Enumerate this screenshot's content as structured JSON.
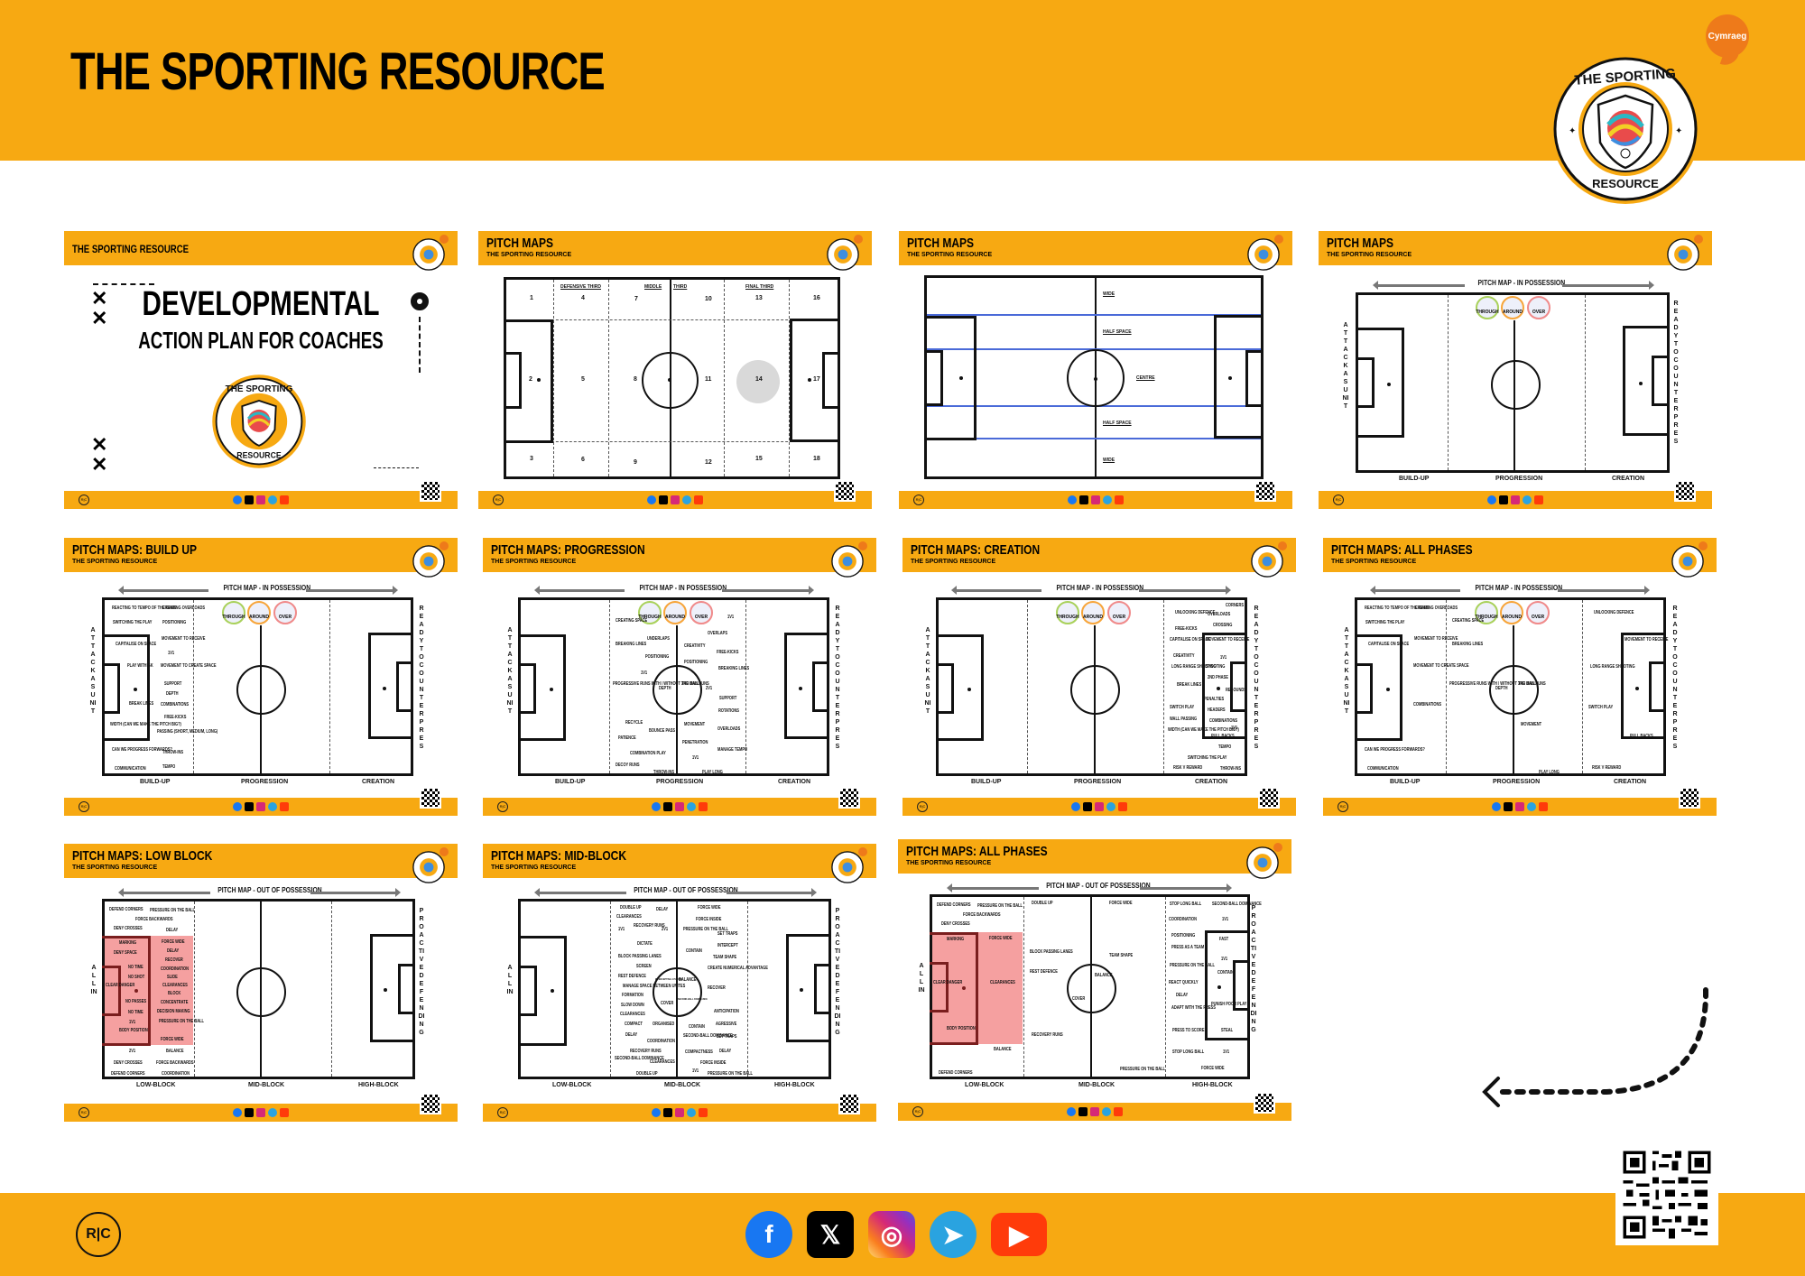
{
  "header": {
    "title": "THE SPORTING RESOURCE",
    "language_button": "Cymraeg",
    "logo": {
      "top_text": "THE SPORTING",
      "bottom_text": "RESOURCE",
      "badge": "R|C"
    }
  },
  "colors": {
    "brand_orange": "#F7A912",
    "bubble_orange": "#EE7A1A",
    "pitch_line": "#111111",
    "zone_blue": "#4A6AD8",
    "low_block_pink": "#F5A0A0",
    "through_green": "#A9D15B",
    "around_orange": "#F7A53A",
    "over_red": "#F08A8A"
  },
  "thumbnails": [
    {
      "id": "cover",
      "brand": "THE SPORTING RESOURCE",
      "title_line1": "DEVELOPMENTAL",
      "title_line2": "ACTION PLAN FOR COACHES"
    },
    {
      "id": "zones",
      "title": "PITCH MAPS",
      "subtitle": "THE SPORTING RESOURCE",
      "thirds": [
        "DEFENSIVE THIRD",
        "MIDDLE",
        "THIRD",
        "FINAL THIRD"
      ],
      "zones": [
        "1",
        "2",
        "3",
        "4",
        "5",
        "6",
        "7",
        "8",
        "9",
        "10",
        "11",
        "12",
        "13",
        "14",
        "15",
        "16",
        "17",
        "18"
      ]
    },
    {
      "id": "channels",
      "title": "PITCH MAPS",
      "subtitle": "THE SPORTING RESOURCE",
      "channels": [
        "WIDE",
        "HALF SPACE",
        "CENTRE",
        "HALF SPACE",
        "WIDE"
      ]
    },
    {
      "id": "in-possession",
      "title": "PITCH MAPS",
      "subtitle": "THE SPORTING RESOURCE",
      "arrow_title": "PITCH MAP - IN POSSESSION",
      "badges": [
        "THROUGH",
        "AROUND",
        "OVER"
      ],
      "left_vertical": "ATTACK AS UNIT",
      "right_vertical": "READY TO COUNTERPRES",
      "phases": [
        "BUILD-UP",
        "PROGRESSION",
        "CREATION"
      ]
    },
    {
      "id": "build-up",
      "title": "PITCH MAPS: BUILD UP",
      "subtitle": "THE SPORTING RESOURCE",
      "arrow_title": "PITCH MAP - IN POSSESSION",
      "badges": [
        "THROUGH",
        "AROUND",
        "OVER"
      ],
      "left_vertical": "ATTACK AS UNIT",
      "right_vertical": "READY TO COUNTERPRES",
      "phases": [
        "BUILD-UP",
        "PROGRESSION",
        "CREATION"
      ],
      "words": [
        "REACTING TO TEMPO OF THE GAME",
        "SWITCHING THE PLAY",
        "CREATING OVERLOADS",
        "POSITIONING",
        "CAPITALISE ON SPACE",
        "MOVEMENT TO RECEIVE",
        "1V1",
        "PLAY WITH GK",
        "MOVEMENT TO CREATE SPACE",
        "SUPPORT",
        "DEPTH",
        "BREAK LINES",
        "COMBINATIONS",
        "FREE-KICKS",
        "WIDTH (CAN WE MAKE THE PITCH BIG?)",
        "PASSING (SHORT, MEDIUM, LONG)",
        "CAN WE PROGRESS FORWARDS?",
        "THROW-INS",
        "COMMUNICATION",
        "TEMPO"
      ]
    },
    {
      "id": "progression",
      "title": "PITCH MAPS: PROGRESSION",
      "subtitle": "THE SPORTING RESOURCE",
      "arrow_title": "PITCH MAP - IN POSSESSION",
      "badges": [
        "THROUGH",
        "AROUND",
        "OVER"
      ],
      "left_vertical": "ATTACK AS UNIT",
      "right_vertical": "READY TO COUNTERPRES",
      "phases": [
        "BUILD-UP",
        "PROGRESSION",
        "CREATION"
      ],
      "words": [
        "CREATING SPACE",
        "1V1",
        "UNDERLAPS",
        "OVERLAPS",
        "BREAKING LINES",
        "CREATIVITY",
        "FREE-KICKS",
        "POSITIONING",
        "POSITIONING",
        "BREAKING LINES",
        "1V1",
        "PROGRESSIVE RUNS WITH / WITHOUT THE BALL",
        "DEPTH",
        "3RD MAN RUNS",
        "2V1",
        "SUPPORT",
        "ROTATIONS",
        "RECYCLE",
        "MOVEMENT",
        "BOUNCE PASS",
        "OVERLOADS",
        "PATIENCE",
        "PENETRATION",
        "COMBINATION PLAY",
        "MANAGE TEMPO",
        "1V1",
        "DECOY RUNS",
        "THROW-INS",
        "PLAY LONG"
      ]
    },
    {
      "id": "creation",
      "title": "PITCH MAPS: CREATION",
      "subtitle": "THE SPORTING RESOURCE",
      "arrow_title": "PITCH MAP - IN POSSESSION",
      "badges": [
        "THROUGH",
        "AROUND",
        "OVER"
      ],
      "left_vertical": "ATTACK AS UNIT",
      "right_vertical": "READY TO COUNTERPRES",
      "phases": [
        "BUILD-UP",
        "PROGRESSION",
        "CREATION"
      ],
      "words": [
        "CORNERS",
        "UNLOCKING DEFENCE",
        "OVERLOADS",
        "CROSSING",
        "FREE-KICKS",
        "CAPITALISE ON SPACE",
        "MOVEMENT TO RECEIVE",
        "CREATIVITY",
        "1V1",
        "LONG RANGE SHOOTING",
        "SHOOTING",
        "2ND PHASE",
        "BREAK LINES",
        "REBOUNDS",
        "PENALTIES",
        "SWITCH PLAY",
        "HEADERS",
        "WALL PASSING",
        "COMBINATIONS",
        "WIDTH (CAN WE MAKE THE PITCH BIG?)",
        "1V1",
        "PULL BACKS",
        "TEMPO",
        "SWITCHING THE PLAY",
        "RISK V REWARD",
        "THROW-INS"
      ]
    },
    {
      "id": "all-phases-in",
      "title": "PITCH MAPS: ALL PHASES",
      "subtitle": "THE SPORTING RESOURCE",
      "arrow_title": "PITCH MAP - IN POSSESSION",
      "badges": [
        "THROUGH",
        "AROUND",
        "OVER"
      ],
      "left_vertical": "ATTACK AS UNIT",
      "right_vertical": "READY TO COUNTERPRES",
      "phases": [
        "BUILD-UP",
        "PROGRESSION",
        "CREATION"
      ]
    },
    {
      "id": "low-block",
      "title": "PITCH MAPS: LOW BLOCK",
      "subtitle": "THE SPORTING RESOURCE",
      "arrow_title": "PITCH MAP - OUT OF POSSESSION",
      "left_vertical": "ALL IN",
      "right_vertical": "PROACTIVE DEFENDING",
      "phases": [
        "LOW-BLOCK",
        "MID-BLOCK",
        "HIGH-BLOCK"
      ],
      "words": [
        "DEFEND CORNERS",
        "PRESSURE ON THE BALL",
        "FORCE BACKWARDS",
        "DENY CROSSES",
        "DELAY",
        "MARKING",
        "FORCE WIDE",
        "DENY SPACE",
        "DELAY",
        "RECOVER",
        "NO TIME",
        "COORDINATION",
        "NO SHOT",
        "SLIDE",
        "CLEAR DANGER",
        "CLEARANCES",
        "BLOCK",
        "NO PASSES",
        "CONCENTRATE",
        "NO TIME",
        "DECISION MAKING",
        "1V1",
        "PRESSURE ON THE BALL",
        "BODY POSITION",
        "FORCE WIDE",
        "2V1",
        "BALANCE",
        "DENY CROSSES",
        "FORCE BACKWARDS",
        "DEFEND CORNERS",
        "COORDINATION"
      ]
    },
    {
      "id": "mid-block",
      "title": "PITCH MAPS: MID-BLOCK",
      "subtitle": "THE SPORTING RESOURCE",
      "arrow_title": "PITCH MAP - OUT OF POSSESSION",
      "left_vertical": "ALL IN",
      "right_vertical": "PROACTIVE DEFENDING",
      "phases": [
        "LOW-BLOCK",
        "MID-BLOCK",
        "HIGH-BLOCK"
      ],
      "words": [
        "DOUBLE UP",
        "DELAY",
        "FORCE WIDE",
        "CLEARANCES",
        "FORCE INSIDE",
        "1V1",
        "RECOVERY RUNS",
        "2V1",
        "PRESSURE ON THE BALL",
        "SET TRAPS",
        "DICTATE",
        "INTERCEPT",
        "CONTAIN",
        "BLOCK PASSING LANES",
        "TEAM SHAPE",
        "SCREEN",
        "CREATE NUMERICAL ADVANTAGE",
        "REST DEFENCE",
        "INTERCEPTING 4 PASSES",
        "BALANCE",
        "RECOVER",
        "MANAGE SPACE BETWEEN UNITES",
        "FORMATION",
        "COVER",
        "SECOND-BALL DOMINANCE",
        "SLOW DOWN",
        "CLEARANCES",
        "ANTICIPATION",
        "COMPACT",
        "ORGANISED",
        "CONTAIN",
        "AGRESSIVE",
        "DELAY",
        "SECOND-BALL DOMINANCE",
        "SET TRAPS",
        "COORDINATION",
        "RECOVERY RUNS",
        "COMPACTNESS",
        "DELAY",
        "SECOND-BALL DOMINANCE",
        "CLEARANCES",
        "FORCE INSIDE",
        "DOUBLE UP",
        "1V1",
        "PRESSURE ON THE BALL"
      ]
    },
    {
      "id": "all-phases-out",
      "title": "PITCH MAPS: ALL PHASES",
      "subtitle": "THE SPORTING RESOURCE",
      "arrow_title": "PITCH MAP - OUT OF POSSESSION",
      "left_vertical": "ALL IN",
      "right_vertical": "PROACTIVE DEFENDING",
      "phases": [
        "LOW-BLOCK",
        "MID-BLOCK",
        "HIGH-BLOCK"
      ],
      "high_block_words": [
        "STOP LONG BALL",
        "SECOND-BALL DOMINANCE",
        "COORDINATION",
        "1V1",
        "POSITIONING",
        "FAST",
        "PRESS AS A TEAM",
        "1V1",
        "PRESSURE ON THE BALL",
        "CONTAIN",
        "REACT QUICKLY",
        "DELAY",
        "ADAPT WITH THE PRESS",
        "PUNISH POOR PLAY",
        "PRESS TO SCORE",
        "STEAL",
        "STOP LONG BALL",
        "1V1",
        "FORCE WIDE"
      ]
    }
  ],
  "footer": {
    "rc_logo": "R|C",
    "social_icons": [
      "facebook-icon",
      "x-icon",
      "instagram-icon",
      "telegram-icon",
      "youtube-icon"
    ],
    "social_glyphs": {
      "facebook": "f",
      "x": "𝕏",
      "instagram": "◎",
      "telegram": "➤",
      "youtube": "▶"
    }
  }
}
